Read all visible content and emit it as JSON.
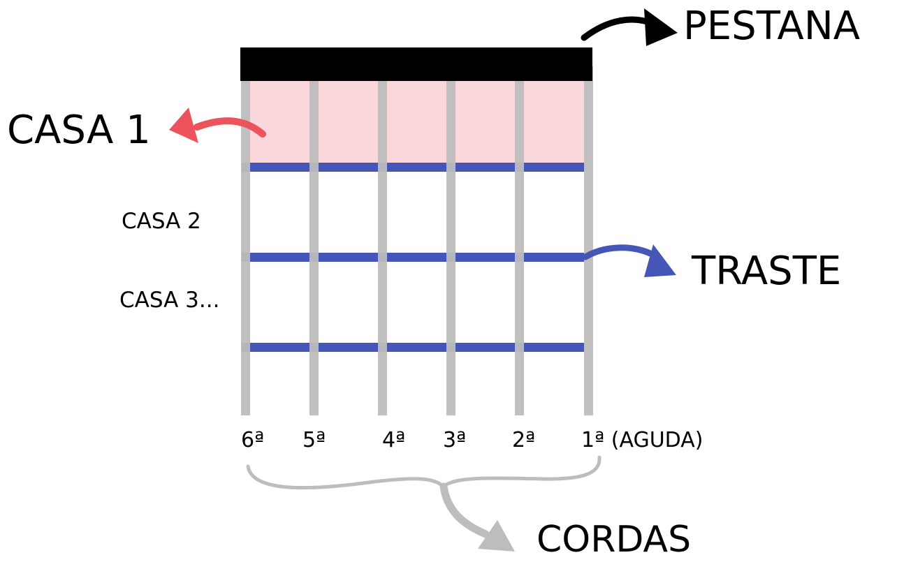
{
  "labels": {
    "nut": "PESTANA",
    "fret1": "CASA 1",
    "fret2": "CASA 2",
    "fret3": "CASA 3...",
    "fretwire": "TRASTE",
    "strings": "CORDAS"
  },
  "strings": [
    {
      "label": "6ª"
    },
    {
      "label": "5ª"
    },
    {
      "label": "4ª"
    },
    {
      "label": "3ª"
    },
    {
      "label": "2ª"
    },
    {
      "label": "1ª (AGUDA)"
    }
  ],
  "colors": {
    "nut": "#000000",
    "string": "#bdbdbd",
    "fret_wire": "#4655b8",
    "highlight": "#f9d7da",
    "arrow_nut": "#000000",
    "arrow_fret1": "#ec535b",
    "arrow_fretwire": "#4655b8",
    "arrow_strings": "#bdbdbd"
  }
}
